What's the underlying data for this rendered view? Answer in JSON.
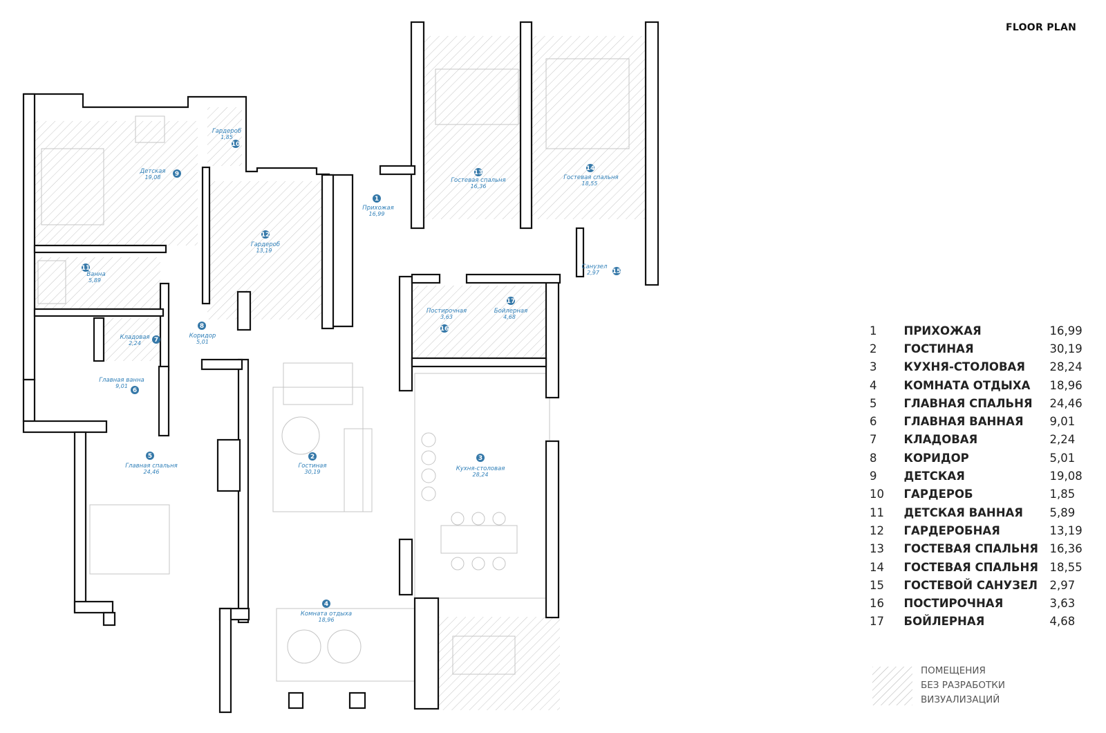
{
  "header": {
    "title": "FLOOR PLAN"
  },
  "rooms": [
    {
      "num": "1",
      "name": "ПРИХОЖАЯ",
      "area": "16,99",
      "plan_label": "Прихожая"
    },
    {
      "num": "2",
      "name": "ГОСТИНАЯ",
      "area": "30,19",
      "plan_label": "Гостиная"
    },
    {
      "num": "3",
      "name": "КУХНЯ-СТОЛОВАЯ",
      "area": "28,24",
      "plan_label": "Кухня-столовая"
    },
    {
      "num": "4",
      "name": "КОМНАТА ОТДЫХА",
      "area": "18,96",
      "plan_label": "Комната отдыха"
    },
    {
      "num": "5",
      "name": "ГЛАВНАЯ СПАЛЬНЯ",
      "area": "24,46",
      "plan_label": "Главная спальня"
    },
    {
      "num": "6",
      "name": "ГЛАВНАЯ ВАННАЯ",
      "area": "9,01",
      "plan_label": "Главная ванна"
    },
    {
      "num": "7",
      "name": "КЛАДОВАЯ",
      "area": "2,24",
      "plan_label": "Кладовая"
    },
    {
      "num": "8",
      "name": "КОРИДОР",
      "area": "5,01",
      "plan_label": "Коридор"
    },
    {
      "num": "9",
      "name": "ДЕТСКАЯ",
      "area": "19,08",
      "plan_label": "Детская"
    },
    {
      "num": "10",
      "name": "ГАРДЕРОБ",
      "area": "1,85",
      "plan_label": "Гардероб"
    },
    {
      "num": "11",
      "name": "ДЕТСКАЯ ВАННАЯ",
      "area": "5,89",
      "plan_label": "Ванна"
    },
    {
      "num": "12",
      "name": "ГАРДЕРОБНАЯ",
      "area": "13,19",
      "plan_label": "Гардероб"
    },
    {
      "num": "13",
      "name": "ГОСТЕВАЯ СПАЛЬНЯ",
      "area": "16,36",
      "plan_label": "Гостевая спальня"
    },
    {
      "num": "14",
      "name": "ГОСТЕВАЯ СПАЛЬНЯ",
      "area": "18,55",
      "plan_label": "Гостевая спальня"
    },
    {
      "num": "15",
      "name": "ГОСТЕВОЙ САНУЗЕЛ",
      "area": "2,97",
      "plan_label": "Санузел"
    },
    {
      "num": "16",
      "name": "ПОСТИРОЧНАЯ",
      "area": "3,63",
      "plan_label": "Постирочная"
    },
    {
      "num": "17",
      "name": "БОЙЛЕРНАЯ",
      "area": "4,68",
      "plan_label": "Бойлерная"
    }
  ],
  "hatch_note": [
    "ПОМЕЩЕНИЯ",
    "БЕЗ РАЗРАБОТКИ",
    "ВИЗУАЛИЗАЦИЙ"
  ],
  "colors": {
    "wall": "#111111",
    "label": "#2f7fb8",
    "badge": "#3578a8",
    "hatch": "#bdbdbd",
    "furniture": "#c9c9c9"
  }
}
